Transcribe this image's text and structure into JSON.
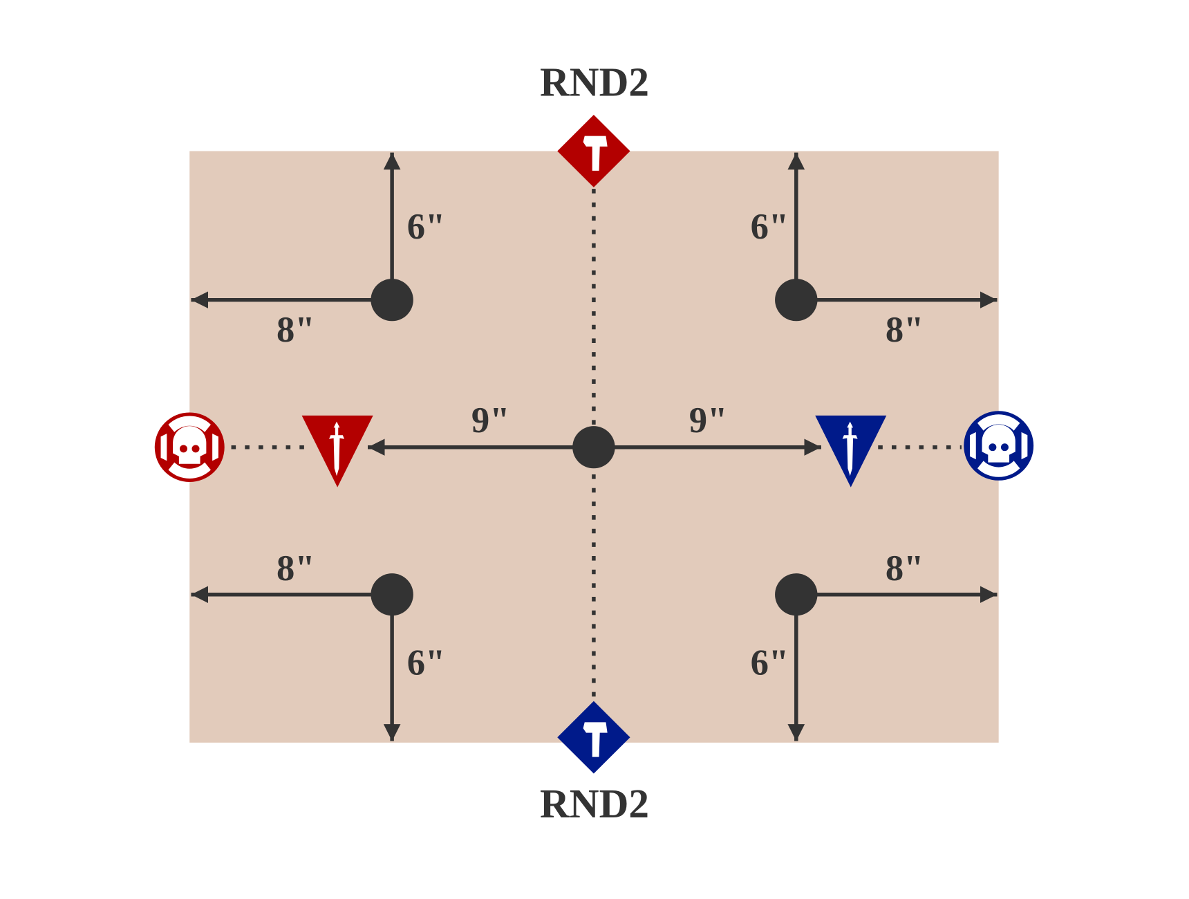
{
  "top_label": "RND2",
  "bottom_label": "RND2",
  "distances": {
    "tl_up": "6\"",
    "tl_left": "8\"",
    "tr_up": "6\"",
    "tr_right": "8\"",
    "bl_left": "8\"",
    "bl_down": "6\"",
    "br_right": "8\"",
    "br_down": "6\"",
    "center_left": "9\"",
    "center_right": "9\""
  },
  "colors": {
    "board": "#e2cbbb",
    "ink": "#333333",
    "red": "#b30000",
    "blue": "#001a8a"
  },
  "icons": {
    "objective": "hammer-icon",
    "deploy": "dagger-icon",
    "player": "skull-icon"
  }
}
